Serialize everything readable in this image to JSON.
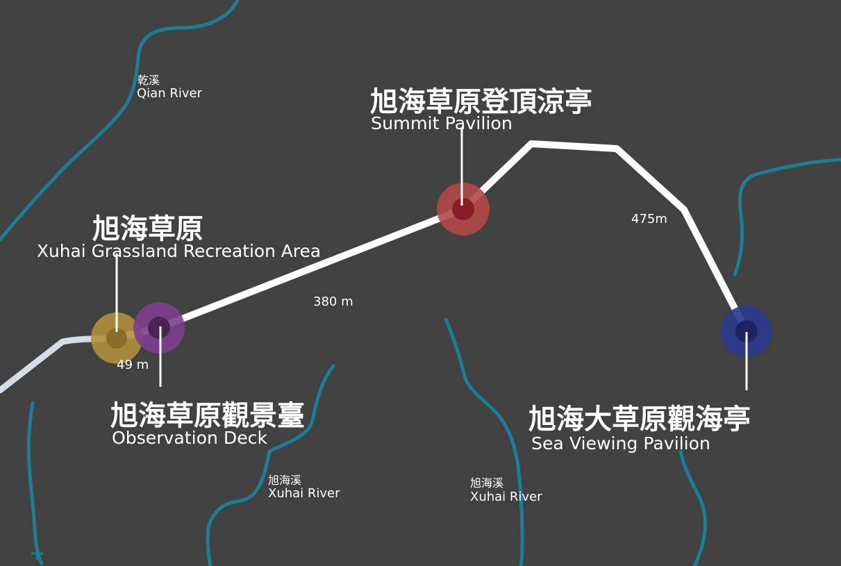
{
  "colors": {
    "background": "#414141",
    "river": "#1c7d96",
    "trail": "#ffffff",
    "approach_road": "#d6dde6",
    "text": "#ffffff",
    "grassland": "#b18f3c",
    "observation_deck": "#7e3f8e",
    "summit_pavilion": "#b24848",
    "sea_viewing_pavilion": "#2b3a8c"
  },
  "rivers": {
    "qian": {
      "zh": "乾溪",
      "en": "Qian River"
    },
    "xuhai_1": {
      "zh": "旭海溪",
      "en": "Xuhai River"
    },
    "xuhai_2": {
      "zh": "旭海溪",
      "en": "Xuhai River"
    }
  },
  "pois": {
    "grassland": {
      "zh": "旭海草原",
      "en": "Xuhai Grassland Recreation Area"
    },
    "observation_deck": {
      "zh": "旭海草原觀景臺",
      "en": "Observation Deck"
    },
    "summit_pavilion": {
      "zh": "旭海草原登頂涼亭",
      "en": "Summit Pavilion"
    },
    "sea_viewing_pavilion": {
      "zh": "旭海大草原觀海亭",
      "en": "Sea Viewing Pavilion"
    }
  },
  "distances": {
    "segment_1": "49 m",
    "segment_2": "380 m",
    "segment_3": "475m"
  }
}
